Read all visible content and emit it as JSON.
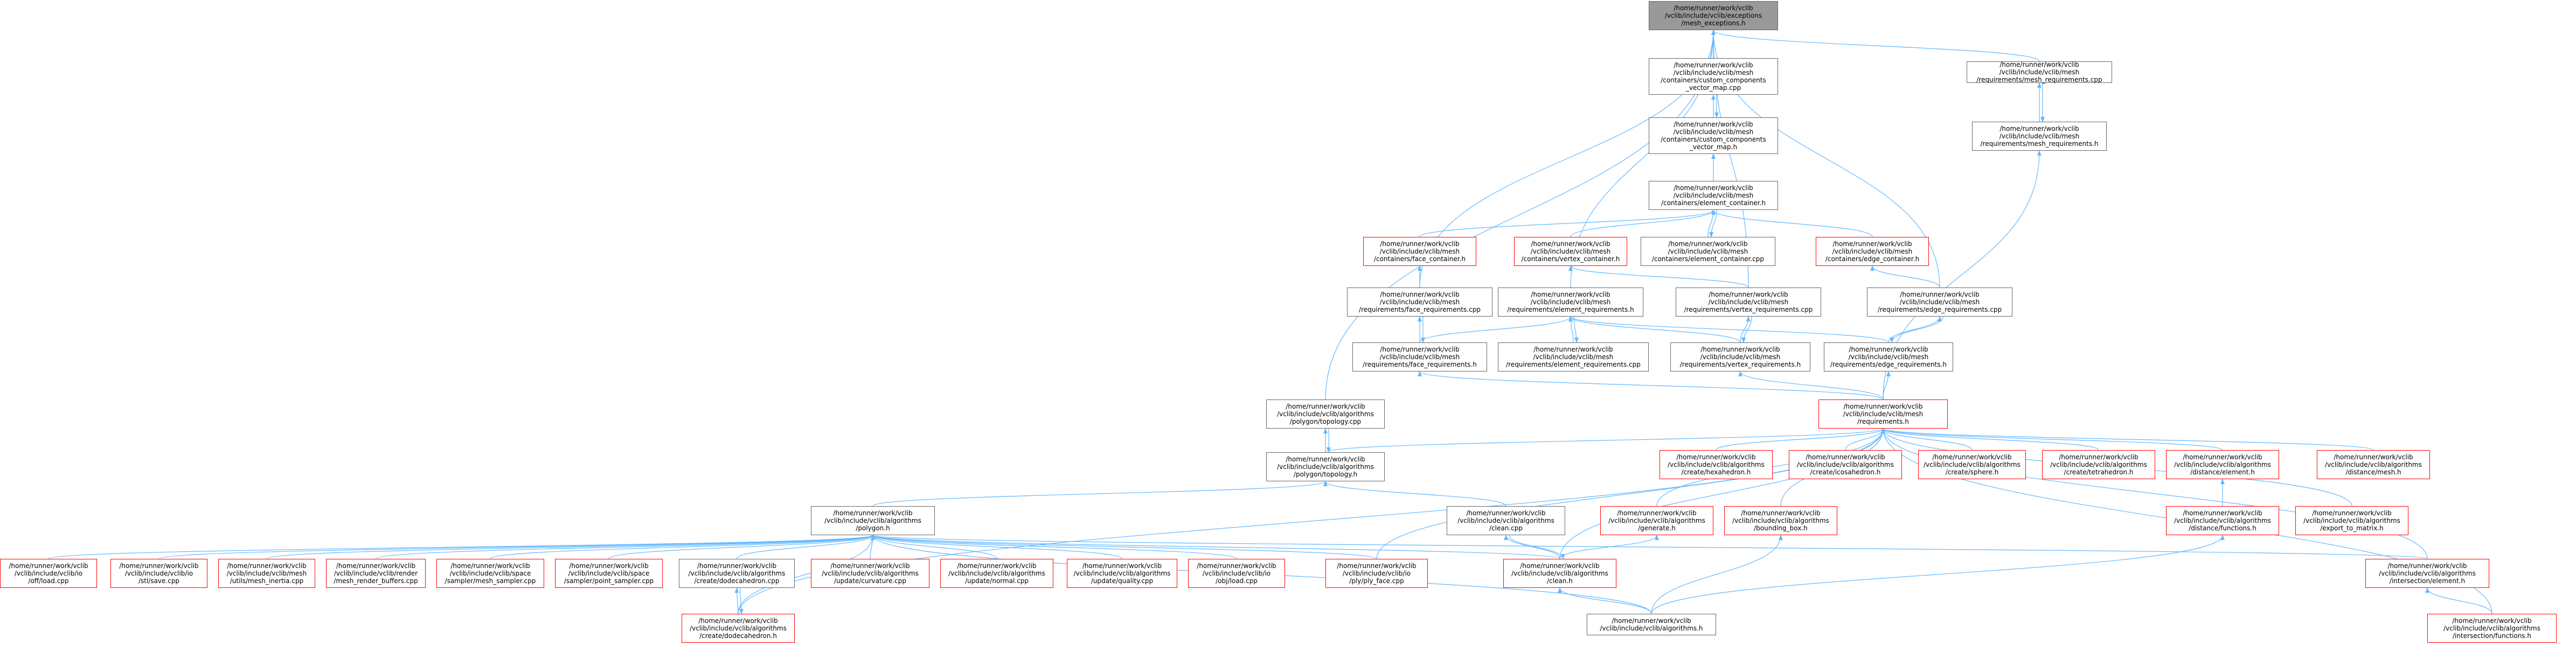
{
  "colors": {
    "edge": "#63b8ff",
    "border": "#666666",
    "red_border": "#ff0000",
    "root_fill": "#999999"
  },
  "nodes": [
    {
      "id": "root",
      "lines": [
        "/home/runner/work/vclib",
        "/vclib/include/vclib/exceptions",
        "/mesh_exceptions.h"
      ],
      "style": "root"
    },
    {
      "id": "cc_vm_cpp",
      "lines": [
        "/home/runner/work/vclib",
        "/vclib/include/vclib/mesh",
        "/containers/custom_components",
        "_vector_map.cpp"
      ],
      "style": "normal"
    },
    {
      "id": "mr_cpp",
      "lines": [
        "/home/runner/work/vclib",
        "/vclib/include/vclib/mesh",
        "/requirements/mesh_requirements.cpp"
      ],
      "style": "normal"
    },
    {
      "id": "cc_vm_h",
      "lines": [
        "/home/runner/work/vclib",
        "/vclib/include/vclib/mesh",
        "/containers/custom_components",
        "_vector_map.h"
      ],
      "style": "normal"
    },
    {
      "id": "mr_h",
      "lines": [
        "/home/runner/work/vclib",
        "/vclib/include/vclib/mesh",
        "/requirements/mesh_requirements.h"
      ],
      "style": "normal"
    },
    {
      "id": "ec_h",
      "lines": [
        "/home/runner/work/vclib",
        "/vclib/include/vclib/mesh",
        "/containers/element_container.h"
      ],
      "style": "normal"
    },
    {
      "id": "fc_h",
      "lines": [
        "/home/runner/work/vclib",
        "/vclib/include/vclib/mesh",
        "/containers/face_container.h"
      ],
      "style": "red"
    },
    {
      "id": "vc_h",
      "lines": [
        "/home/runner/work/vclib",
        "/vclib/include/vclib/mesh",
        "/containers/vertex_container.h"
      ],
      "style": "red"
    },
    {
      "id": "ec_cpp",
      "lines": [
        "/home/runner/work/vclib",
        "/vclib/include/vclib/mesh",
        "/containers/element_container.cpp"
      ],
      "style": "normal"
    },
    {
      "id": "edc_h",
      "lines": [
        "/home/runner/work/vclib",
        "/vclib/include/vclib/mesh",
        "/containers/edge_container.h"
      ],
      "style": "red"
    },
    {
      "id": "fr_cpp",
      "lines": [
        "/home/runner/work/vclib",
        "/vclib/include/vclib/mesh",
        "/requirements/face_requirements.cpp"
      ],
      "style": "normal"
    },
    {
      "id": "er_h",
      "lines": [
        "/home/runner/work/vclib",
        "/vclib/include/vclib/mesh",
        "/requirements/element_requirements.h"
      ],
      "style": "normal"
    },
    {
      "id": "vr_cpp",
      "lines": [
        "/home/runner/work/vclib",
        "/vclib/include/vclib/mesh",
        "/requirements/vertex_requirements.cpp"
      ],
      "style": "normal"
    },
    {
      "id": "edr_cpp",
      "lines": [
        "/home/runner/work/vclib",
        "/vclib/include/vclib/mesh",
        "/requirements/edge_requirements.cpp"
      ],
      "style": "normal"
    },
    {
      "id": "fr_h",
      "lines": [
        "/home/runner/work/vclib",
        "/vclib/include/vclib/mesh",
        "/requirements/face_requirements.h"
      ],
      "style": "normal"
    },
    {
      "id": "er_cpp",
      "lines": [
        "/home/runner/work/vclib",
        "/vclib/include/vclib/mesh",
        "/requirements/element_requirements.cpp"
      ],
      "style": "normal"
    },
    {
      "id": "vr_h",
      "lines": [
        "/home/runner/work/vclib",
        "/vclib/include/vclib/mesh",
        "/requirements/vertex_requirements.h"
      ],
      "style": "normal"
    },
    {
      "id": "edr_h",
      "lines": [
        "/home/runner/work/vclib",
        "/vclib/include/vclib/mesh",
        "/requirements/edge_requirements.h"
      ],
      "style": "normal"
    },
    {
      "id": "pt_cpp",
      "lines": [
        "/home/runner/work/vclib",
        "/vclib/include/vclib/algorithms",
        "/polygon/topology.cpp"
      ],
      "style": "normal"
    },
    {
      "id": "req_h",
      "lines": [
        "/home/runner/work/vclib",
        "/vclib/include/vclib/mesh",
        "/requirements.h"
      ],
      "style": "red"
    },
    {
      "id": "pt_h",
      "lines": [
        "/home/runner/work/vclib",
        "/vclib/include/vclib/algorithms",
        "/polygon/topology.h"
      ],
      "style": "normal"
    },
    {
      "id": "hexa",
      "lines": [
        "/home/runner/work/vclib",
        "/vclib/include/vclib/algorithms",
        "/create/hexahedron.h"
      ],
      "style": "red"
    },
    {
      "id": "ico",
      "lines": [
        "/home/runner/work/vclib",
        "/vclib/include/vclib/algorithms",
        "/create/icosahedron.h"
      ],
      "style": "red"
    },
    {
      "id": "sphere",
      "lines": [
        "/home/runner/work/vclib",
        "/vclib/include/vclib/algorithms",
        "/create/sphere.h"
      ],
      "style": "red"
    },
    {
      "id": "tetra",
      "lines": [
        "/home/runner/work/vclib",
        "/vclib/include/vclib/algorithms",
        "/create/tetrahedron.h"
      ],
      "style": "red"
    },
    {
      "id": "dist_el",
      "lines": [
        "/home/runner/work/vclib",
        "/vclib/include/vclib/algorithms",
        "/distance/element.h"
      ],
      "style": "red"
    },
    {
      "id": "dist_mesh",
      "lines": [
        "/home/runner/work/vclib",
        "/vclib/include/vclib/algorithms",
        "/distance/mesh.h"
      ],
      "style": "red"
    },
    {
      "id": "poly_h",
      "lines": [
        "/home/runner/work/vclib",
        "/vclib/include/vclib/algorithms",
        "/polygon.h"
      ],
      "style": "normal"
    },
    {
      "id": "clean_cpp",
      "lines": [
        "/home/runner/work/vclib",
        "/vclib/include/vclib/algorithms",
        "/clean.cpp"
      ],
      "style": "normal"
    },
    {
      "id": "gen_h",
      "lines": [
        "/home/runner/work/vclib",
        "/vclib/include/vclib/algorithms",
        "/generate.h"
      ],
      "style": "red"
    },
    {
      "id": "bbox_h",
      "lines": [
        "/home/runner/work/vclib",
        "/vclib/include/vclib/algorithms",
        "/bounding_box.h"
      ],
      "style": "red"
    },
    {
      "id": "dist_fn",
      "lines": [
        "/home/runner/work/vclib",
        "/vclib/include/vclib/algorithms",
        "/distance/functions.h"
      ],
      "style": "red"
    },
    {
      "id": "exp_mat",
      "lines": [
        "/home/runner/work/vclib",
        "/vclib/include/vclib/algorithms",
        "/export_to_matrix.h"
      ],
      "style": "red"
    },
    {
      "id": "off_load",
      "lines": [
        "/home/runner/work/vclib",
        "/vclib/include/vclib/io",
        "/off/load.cpp"
      ],
      "style": "red"
    },
    {
      "id": "stl_save",
      "lines": [
        "/home/runner/work/vclib",
        "/vclib/include/vclib/io",
        "/stl/save.cpp"
      ],
      "style": "red"
    },
    {
      "id": "mesh_inertia",
      "lines": [
        "/home/runner/work/vclib",
        "/vclib/include/vclib/mesh",
        "/utils/mesh_inertia.cpp"
      ],
      "style": "red"
    },
    {
      "id": "render_buf",
      "lines": [
        "/home/runner/work/vclib",
        "/vclib/include/vclib/render",
        "/mesh_render_buffers.cpp"
      ],
      "style": "red"
    },
    {
      "id": "mesh_sampler",
      "lines": [
        "/home/runner/work/vclib",
        "/vclib/include/vclib/space",
        "/sampler/mesh_sampler.cpp"
      ],
      "style": "red"
    },
    {
      "id": "point_sampler",
      "lines": [
        "/home/runner/work/vclib",
        "/vclib/include/vclib/space",
        "/sampler/point_sampler.cpp"
      ],
      "style": "red"
    },
    {
      "id": "dodeca_cpp",
      "lines": [
        "/home/runner/work/vclib",
        "/vclib/include/vclib/algorithms",
        "/create/dodecahedron.cpp"
      ],
      "style": "normal"
    },
    {
      "id": "upd_curv",
      "lines": [
        "/home/runner/work/vclib",
        "/vclib/include/vclib/algorithms",
        "/update/curvature.cpp"
      ],
      "style": "red"
    },
    {
      "id": "upd_norm",
      "lines": [
        "/home/runner/work/vclib",
        "/vclib/include/vclib/algorithms",
        "/update/normal.cpp"
      ],
      "style": "red"
    },
    {
      "id": "upd_qual",
      "lines": [
        "/home/runner/work/vclib",
        "/vclib/include/vclib/algorithms",
        "/update/quality.cpp"
      ],
      "style": "red"
    },
    {
      "id": "obj_load",
      "lines": [
        "/home/runner/work/vclib",
        "/vclib/include/vclib/io",
        "/obj/load.cpp"
      ],
      "style": "red"
    },
    {
      "id": "ply_face",
      "lines": [
        "/home/runner/work/vclib",
        "/vclib/include/vclib/io",
        "/ply/ply_face.cpp"
      ],
      "style": "red"
    },
    {
      "id": "clean_h",
      "lines": [
        "/home/runner/work/vclib",
        "/vclib/include/vclib/algorithms",
        "/clean.h"
      ],
      "style": "red"
    },
    {
      "id": "inter_el",
      "lines": [
        "/home/runner/work/vclib",
        "/vclib/include/vclib/algorithms",
        "/intersection/element.h"
      ],
      "style": "red"
    },
    {
      "id": "dodeca_h",
      "lines": [
        "/home/runner/work/vclib",
        "/vclib/include/vclib/algorithms",
        "/create/dodecahedron.h"
      ],
      "style": "red"
    },
    {
      "id": "alg_h",
      "lines": [
        "/home/runner/work/vclib",
        "/vclib/include/vclib/algorithms.h"
      ],
      "style": "normal"
    },
    {
      "id": "inter_fn",
      "lines": [
        "/home/runner/work/vclib",
        "/vclib/include/vclib/algorithms",
        "/intersection/functions.h"
      ],
      "style": "red"
    }
  ]
}
